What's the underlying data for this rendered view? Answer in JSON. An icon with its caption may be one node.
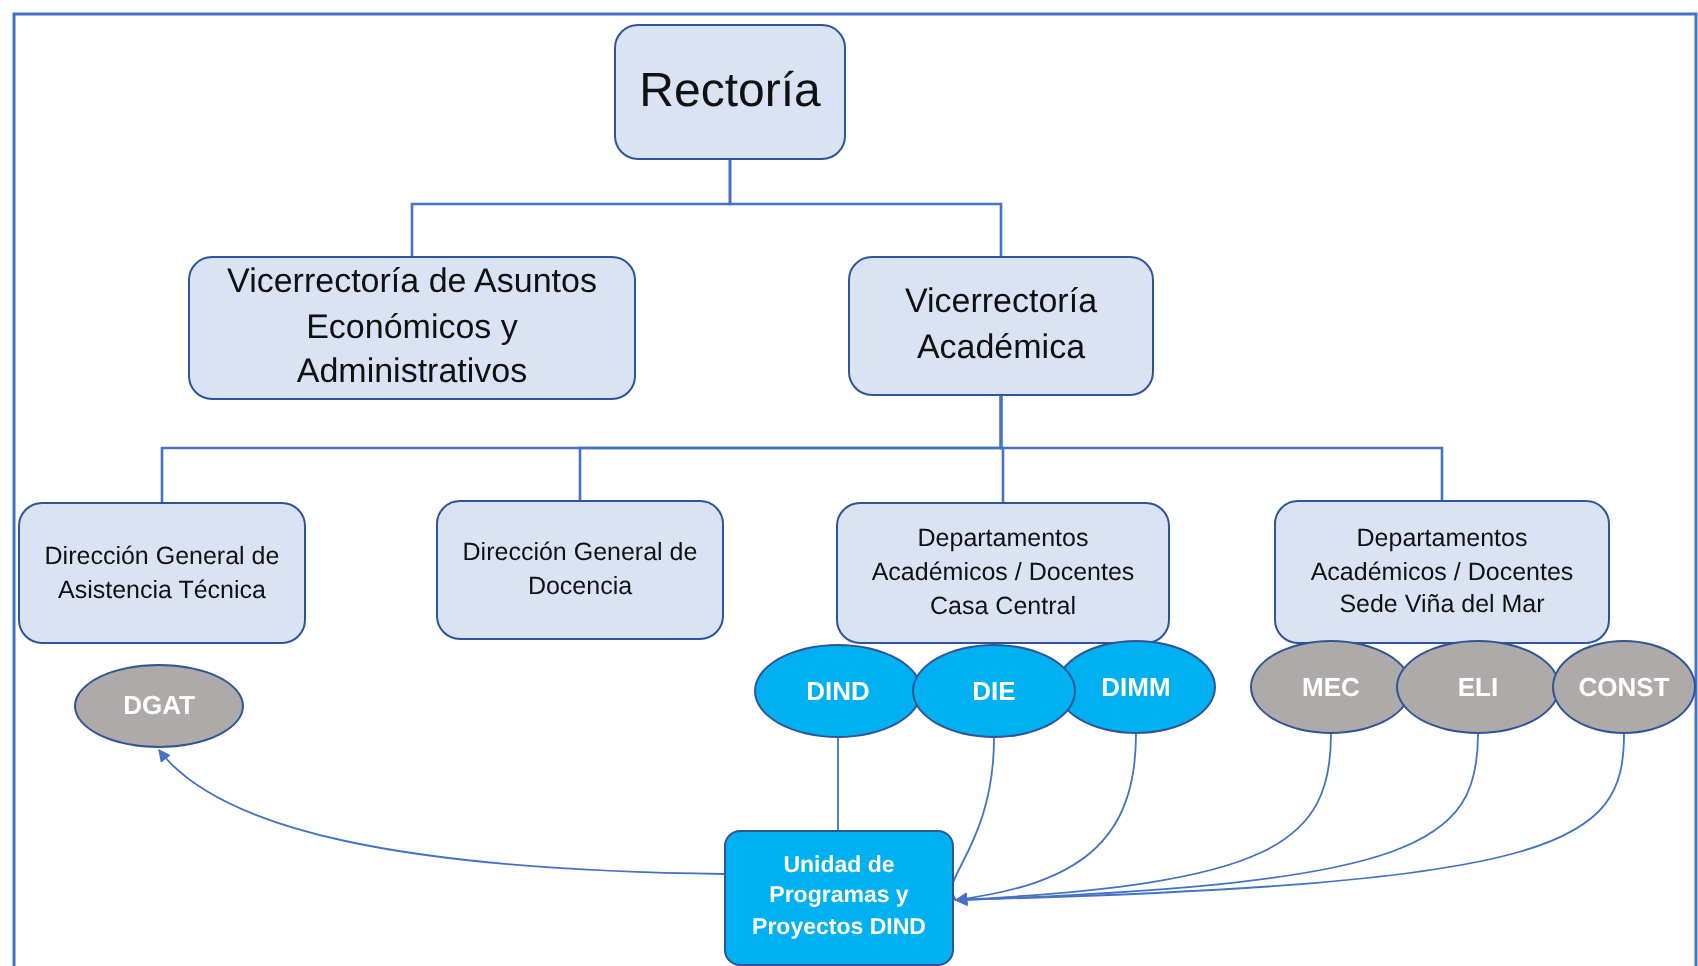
{
  "diagram": {
    "nodes": [
      {
        "text": [
          "Rectoría"
        ]
      },
      {
        "text": [
          "Vicerrectoría de Asuntos Económicos y Administrativos"
        ]
      },
      {
        "text": [
          "Vicerrectoría Académica"
        ]
      },
      {
        "text": [
          "Dirección General de Asistencia Técnica"
        ]
      },
      {
        "text": [
          "Dirección General de Docencia"
        ]
      },
      {
        "text": [
          "Departamentos Académicos / Docentes Casa Central"
        ]
      },
      {
        "text": [
          "Departamentos Académicos / Docentes Sede Viña del Mar"
        ]
      },
      {
        "text": [
          "DGAT"
        ]
      },
      {
        "text": [
          "DIND"
        ]
      },
      {
        "text": [
          "DIE"
        ]
      },
      {
        "text": [
          "DIMM"
        ]
      },
      {
        "text": [
          "MEC"
        ]
      },
      {
        "text": [
          "ELI"
        ]
      },
      {
        "text": [
          "CONST"
        ]
      },
      {
        "text": [
          "Unidad de Programas y Proyectos DIND"
        ]
      }
    ],
    "edges": [
      {
        "from": 0,
        "to": 1,
        "arrow": "none"
      },
      {
        "from": 0,
        "to": 2,
        "arrow": "none"
      },
      {
        "from": 2,
        "to": 3,
        "arrow": "none"
      },
      {
        "from": 2,
        "to": 4,
        "arrow": "none"
      },
      {
        "from": 2,
        "to": 5,
        "arrow": "none"
      },
      {
        "from": 2,
        "to": 6,
        "arrow": "none"
      },
      {
        "from": 8,
        "to": 14,
        "arrow": "none"
      },
      {
        "from": 14,
        "to": 7,
        "arrow": "to"
      },
      {
        "from": 9,
        "to": 14,
        "arrow": "to"
      },
      {
        "from": 10,
        "to": 14,
        "arrow": "to"
      },
      {
        "from": 11,
        "to": 14,
        "arrow": "to"
      },
      {
        "from": 12,
        "to": 14,
        "arrow": "to"
      },
      {
        "from": 13,
        "to": 14,
        "arrow": "to"
      }
    ]
  }
}
